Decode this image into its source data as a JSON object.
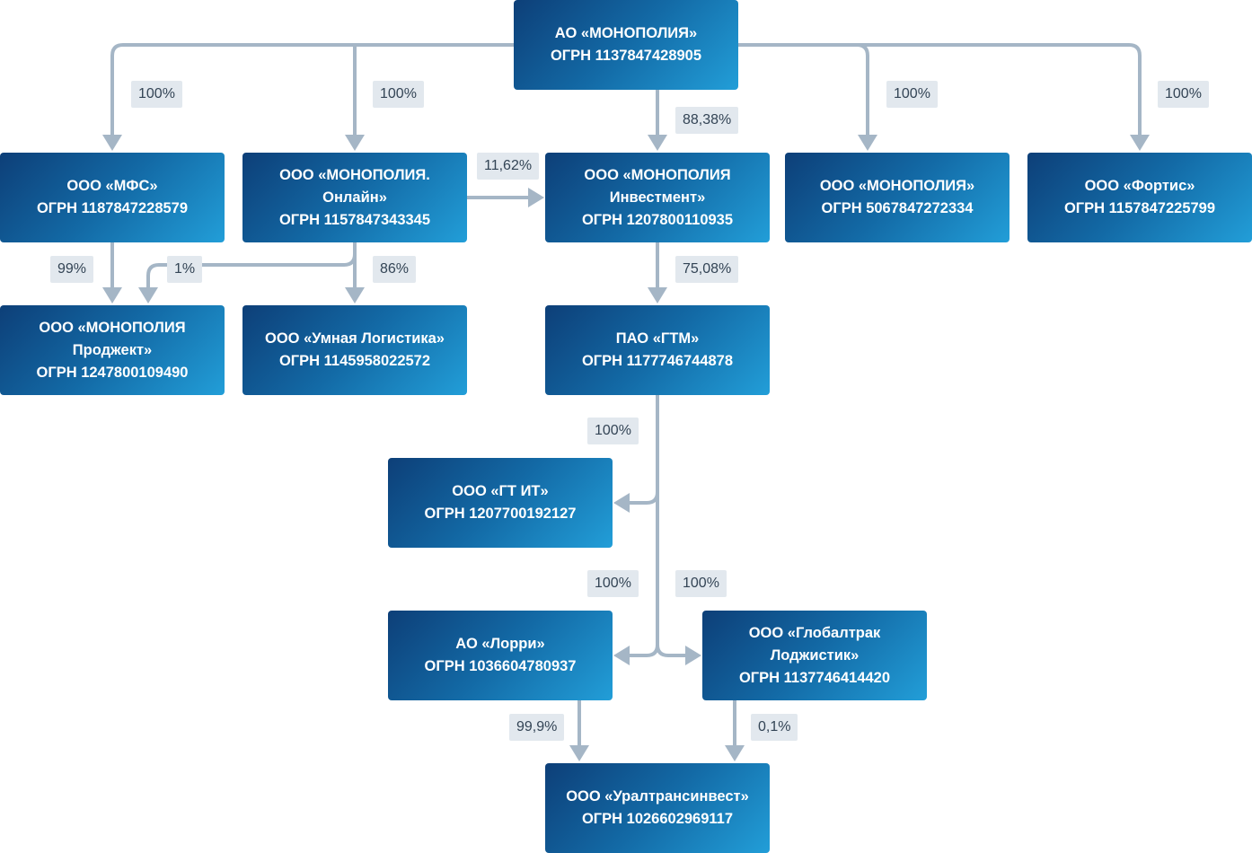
{
  "colors": {
    "connector": "#a5b6c6",
    "box_dark": "#0d3f78",
    "box_light": "#229ed8",
    "label_bg": "#e2e8ee"
  },
  "entities": {
    "monopoly": {
      "name": "АО «МОНОПОЛИЯ»",
      "ogrn": "ОГРН 1137847428905"
    },
    "mfs": {
      "name": "ООО «МФС»",
      "ogrn": "ОГРН 1187847228579"
    },
    "online": {
      "name_line1": "ООО «МОНОПОЛИЯ.",
      "name_line2": "Онлайн»",
      "ogrn": "ОГРН 1157847343345"
    },
    "investment": {
      "name_line1": "ООО «МОНОПОЛИЯ",
      "name_line2": "Инвестмент»",
      "ogrn": "ОГРН 1207800110935"
    },
    "monopoly2": {
      "name": "ООО «МОНОПОЛИЯ»",
      "ogrn": "ОГРН 5067847272334"
    },
    "fortis": {
      "name": "ООО «Фортис»",
      "ogrn": "ОГРН 1157847225799"
    },
    "project": {
      "name_line1": "ООО «МОНОПОЛИЯ",
      "name_line2": "Проджект»",
      "ogrn": "ОГРН 1247800109490"
    },
    "logistics": {
      "name": "ООО «Умная Логистика»",
      "ogrn": "ОГРН 1145958022572"
    },
    "gtm": {
      "name": "ПАО «ГТМ»",
      "ogrn": "ОГРН 1177746744878"
    },
    "gtit": {
      "name": "ООО «ГТ ИТ»",
      "ogrn": "ОГРН 1207700192127"
    },
    "lorri": {
      "name": "АО «Лорри»",
      "ogrn": "ОГРН 1036604780937"
    },
    "globaltrak": {
      "name_line1": "ООО «Глобалтрак",
      "name_line2": "Лоджистик»",
      "ogrn": "ОГРН 1137746414420"
    },
    "uraltrans": {
      "name": "ООО «Уралтрансинвест»",
      "ogrn": "ОГРН 1026602969117"
    }
  },
  "stakes": {
    "monopoly_to_mfs": "100%",
    "monopoly_to_online": "100%",
    "monopoly_to_investment": "88,38%",
    "monopoly_to_monopoly2": "100%",
    "monopoly_to_fortis": "100%",
    "online_to_investment": "11,62%",
    "mfs_to_project": "99%",
    "online_to_project": "1%",
    "online_to_logistics": "86%",
    "investment_to_gtm": "75,08%",
    "gtm_to_gtit": "100%",
    "gtm_to_lorri": "100%",
    "gtm_to_globaltrak": "100%",
    "lorri_to_uraltrans": "99,9%",
    "globaltrak_to_uraltrans": "0,1%"
  }
}
